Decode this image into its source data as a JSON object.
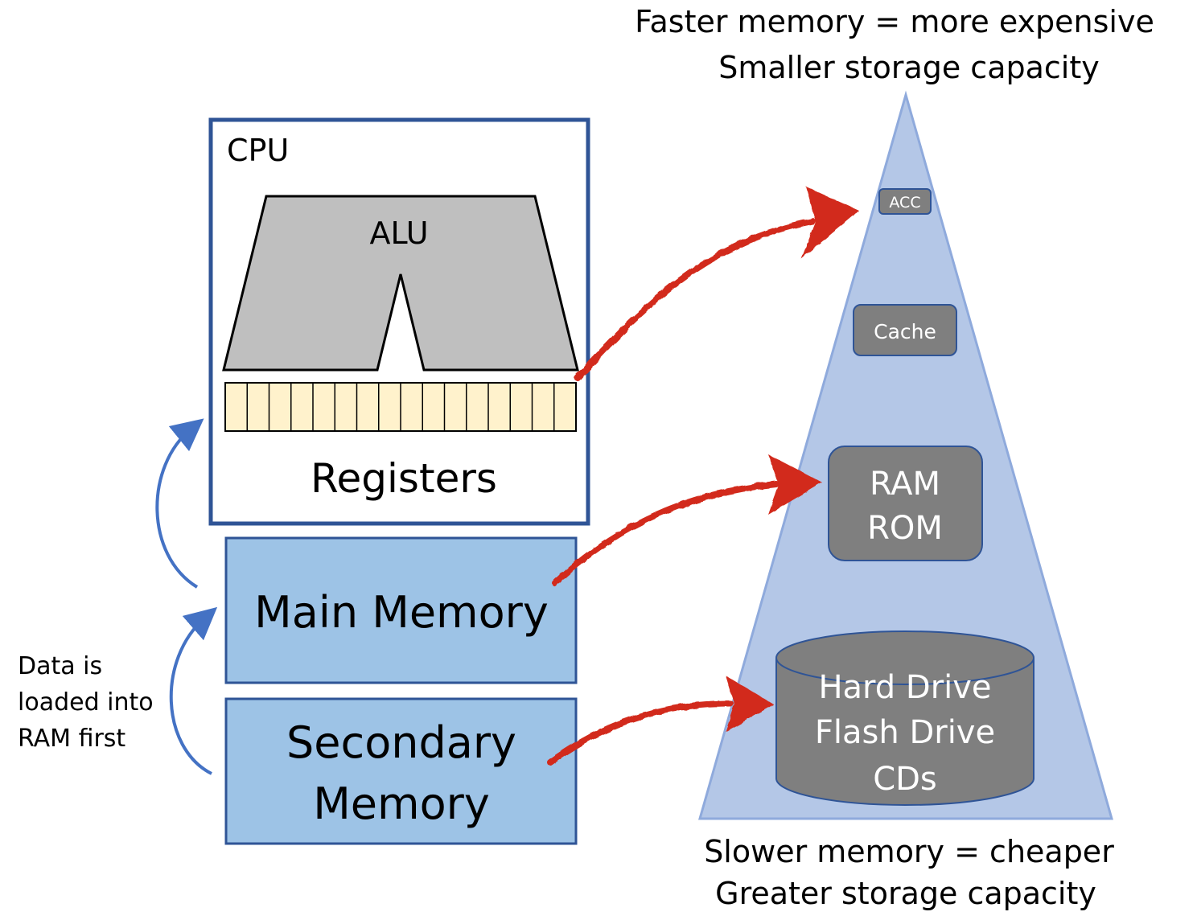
{
  "header": {
    "line1": "Faster memory = more expensive",
    "line2": "Smaller storage capacity"
  },
  "footer": {
    "line1": "Slower memory = cheaper",
    "line2": "Greater storage capacity"
  },
  "cpu": {
    "label": "CPU",
    "alu_label": "ALU",
    "registers_label": "Registers",
    "register_cells": 16
  },
  "main_memory": {
    "label": "Main Memory"
  },
  "secondary_memory": {
    "line1": "Secondary",
    "line2": "Memory"
  },
  "side_note": {
    "line1": "Data is",
    "line2": "loaded into",
    "line3": "RAM first"
  },
  "pyramid": {
    "acc": "ACC",
    "cache": "Cache",
    "ram": "RAM",
    "rom": "ROM",
    "storage": [
      "Hard Drive",
      "Flash Drive",
      "CDs"
    ]
  },
  "colors": {
    "cpu_border": "#2f5496",
    "memory_fill": "#9dc3e6",
    "memory_border": "#2f5496",
    "pyramid_fill": "#b4c7e7",
    "pyramid_border": "#8faadc",
    "gray_box": "#7f7f7f",
    "gray_box_border": "#2f5496",
    "alu_fill": "#bfbfbf",
    "register_fill": "#fff2cc",
    "red_arrow": "#d22b1b",
    "blue_arrow": "#4472c4"
  }
}
